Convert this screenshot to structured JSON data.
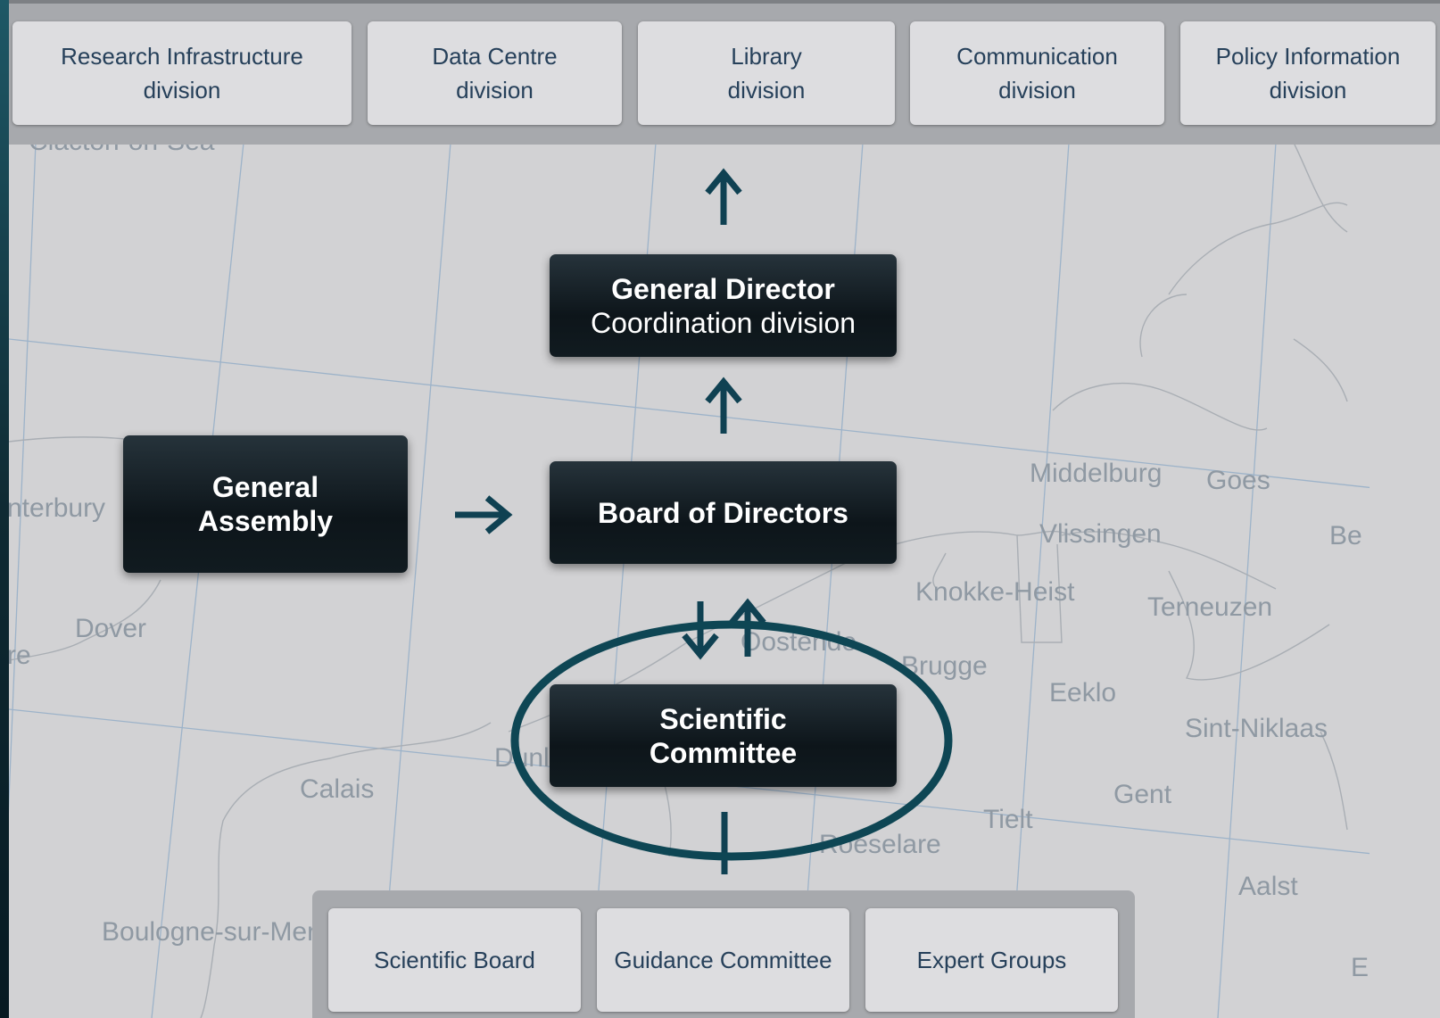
{
  "top_divisions": [
    {
      "label": "Research Infrastructure\ndivision"
    },
    {
      "label": "Data Centre\ndivision"
    },
    {
      "label": "Library\ndivision"
    },
    {
      "label": "Communication\ndivision"
    },
    {
      "label": "Policy Information\ndivision"
    }
  ],
  "boxes": {
    "general_director_title": "General Director",
    "general_director_subtitle": "Coordination division",
    "board_of_directors": "Board of Directors",
    "general_assembly": "General\nAssembly",
    "scientific_committee": "Scientific\nCommittee"
  },
  "bottom_groups": [
    {
      "label": "Scientific Board"
    },
    {
      "label": "Guidance Committee"
    },
    {
      "label": "Expert Groups"
    }
  ],
  "map_labels": [
    "Clacton-on-Sea",
    "nterbury",
    "Dover",
    "re",
    "Calais",
    "Boulogne-sur-Mer",
    "Dunl",
    "Oostende",
    "Brugge",
    "Knokke-Heist",
    "Middelburg",
    "Goes",
    "Vlissingen",
    "Be",
    "Terneuzen",
    "Eeklo",
    "Sint-Niklaas",
    "Gent",
    "Tielt",
    "Roeselare",
    "Aalst",
    "E"
  ],
  "colors": {
    "arrow": "#0f4152",
    "highlight_ring": "#0e4654",
    "map_background": "#d2d2d4"
  }
}
